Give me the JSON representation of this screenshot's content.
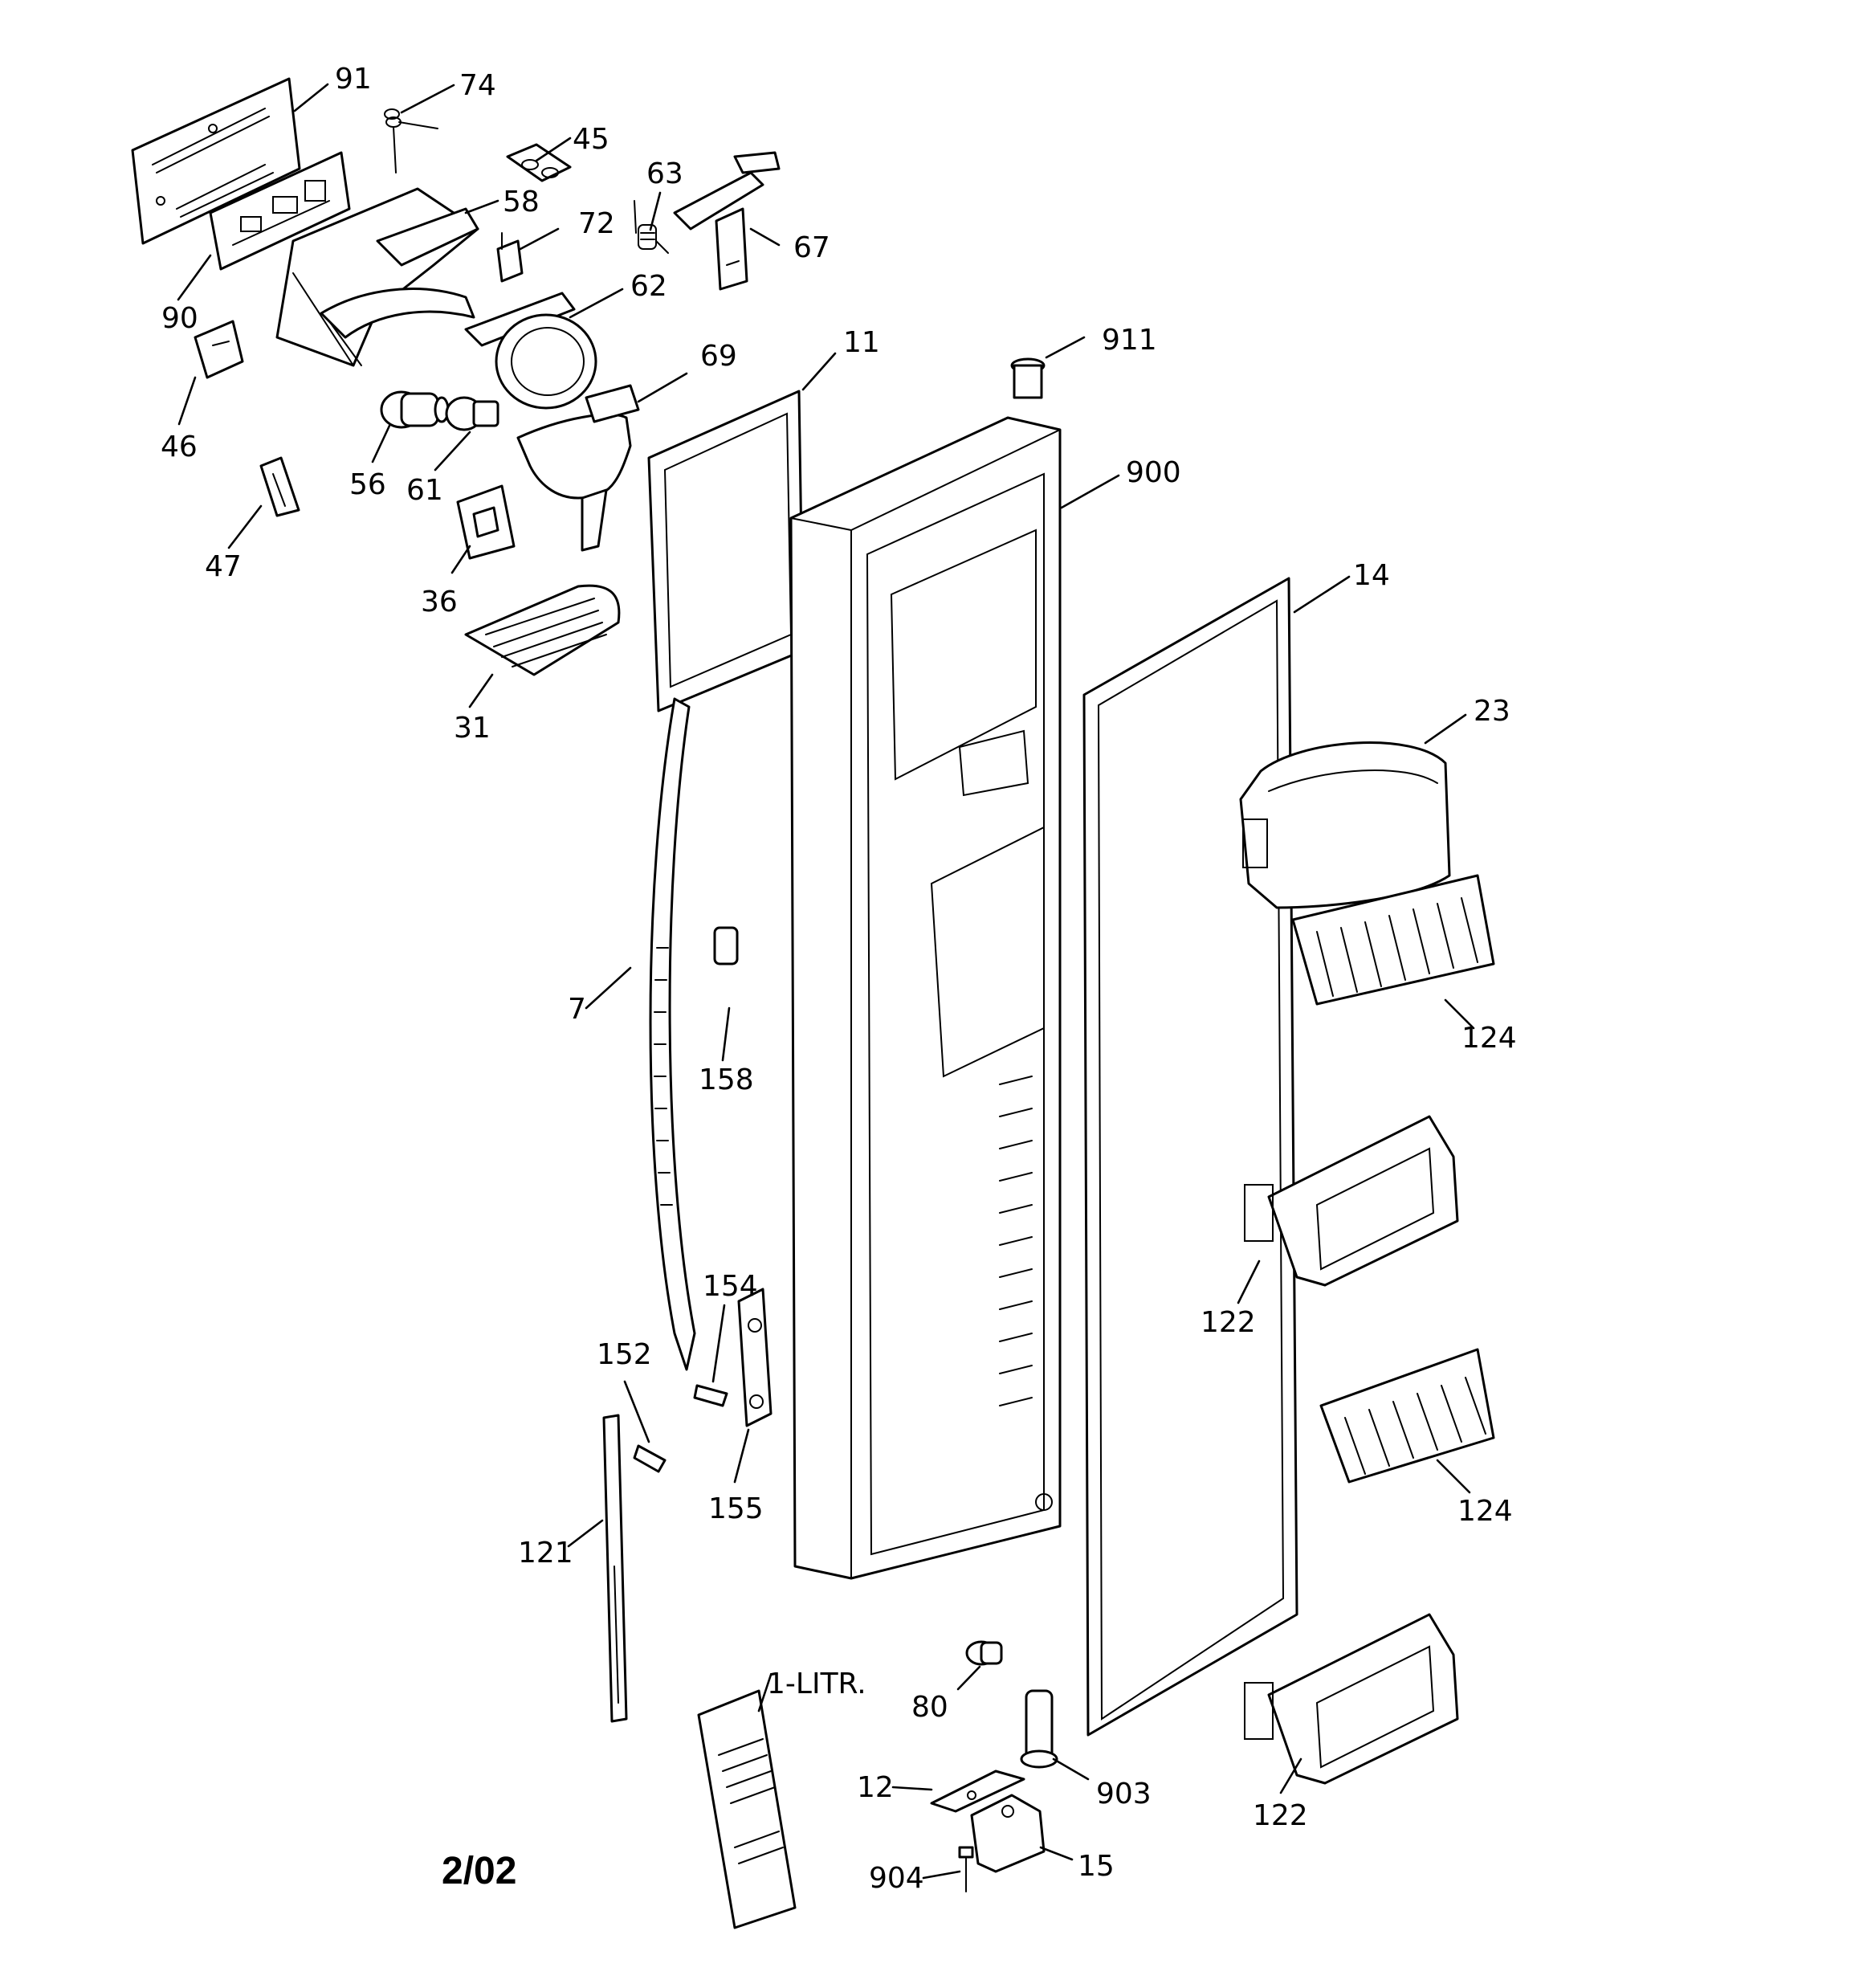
{
  "callouts": {
    "c91": "91",
    "c74": "74",
    "c45": "45",
    "c58": "58",
    "c63": "63",
    "c72": "72",
    "c67": "67",
    "c90": "90",
    "c62": "62",
    "c46": "46",
    "c69": "69",
    "c11": "11",
    "c911": "911",
    "c56": "56",
    "c61": "61",
    "c900": "900",
    "c47": "47",
    "c36": "36",
    "c14": "14",
    "c31": "31",
    "c23": "23",
    "c7": "7",
    "c158": "158",
    "c124a": "124",
    "c154": "154",
    "c152": "152",
    "c122a": "122",
    "c155": "155",
    "c121": "121",
    "c124b": "124",
    "c1litr": "1-LITR.",
    "c80": "80",
    "c903": "903",
    "c12": "12",
    "c122b": "122",
    "c904": "904",
    "c15": "15"
  },
  "revision_date": "2/02"
}
